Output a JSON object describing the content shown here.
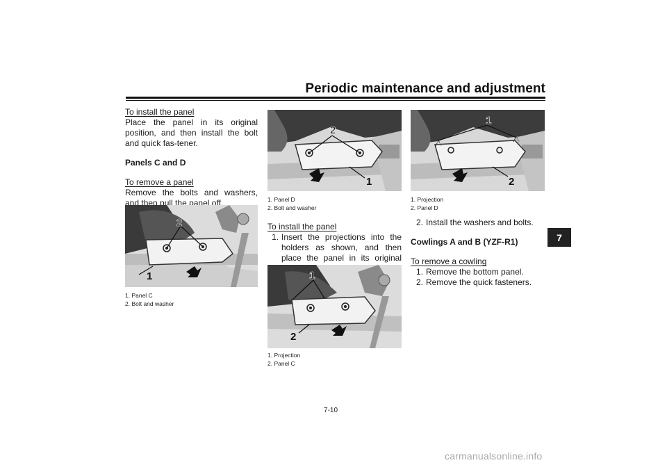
{
  "header": {
    "title": "Periodic maintenance and adjustment",
    "chapter": "7"
  },
  "col1": {
    "heading1": "To install the panel",
    "para1": "Place the panel in its original position, and then install the bolt and quick fas-tener.",
    "heading2": "Panels C and D",
    "heading3": "To remove a panel",
    "para2": "Remove the bolts and washers, and then pull the panel off.",
    "figure": {
      "callout1": "1",
      "callout2": "2"
    },
    "captions": [
      "1. Panel C",
      "2. Bolt and washer"
    ]
  },
  "col2": {
    "figure1": {
      "callout1": "1",
      "callout2": "2"
    },
    "captions1": [
      "1. Panel D",
      "2. Bolt and washer"
    ],
    "heading": "To install the panel",
    "step1_num": "1.",
    "step1_text": "Insert the projections into the holders as shown, and then place the panel in its original position.",
    "figure2": {
      "callout1": "1",
      "callout2": "2"
    },
    "captions2": [
      "1. Projection",
      "2. Panel C"
    ]
  },
  "col3": {
    "figure": {
      "callout1": "1",
      "callout2": "2"
    },
    "captions": [
      "1. Projection",
      "2. Panel D"
    ],
    "step2_num": "2.",
    "step2_text": "Install the washers and bolts.",
    "heading1": "Cowlings A and B (YZF-R1)",
    "heading2": "To remove a cowling",
    "steps": [
      {
        "num": "1.",
        "text": "Remove the bottom panel."
      },
      {
        "num": "2.",
        "text": "Remove the quick fasteners."
      }
    ]
  },
  "page_number": "7-10",
  "watermark": "carmanualsonline.info"
}
